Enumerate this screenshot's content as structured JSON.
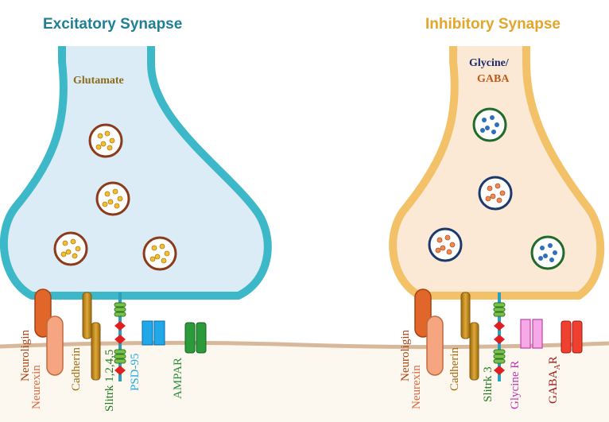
{
  "titles": {
    "excitatory": "Excitatory Synapse",
    "inhibitory": "Inhibitory Synapse"
  },
  "neurotransmitters": {
    "excitatory": "Glutamate",
    "inhibitory_line1": "Glycine/",
    "inhibitory_line2": "GABA"
  },
  "excitatory_labels": {
    "neuroligin": "Neuroligin",
    "neurexin": "Neurexin",
    "cadherin": "Cadherin",
    "slitrk": "Slitrk 1,2,4,5",
    "psd95": "PSD-95",
    "ampar": "AMPAR"
  },
  "inhibitory_labels": {
    "neuroligin": "Neuroligin",
    "neurexin": "Neurexin",
    "cadherin": "Cadherin",
    "slitrk": "Slitrk 3",
    "glycine_r": "Glycine R",
    "gabaar_main": "GABA",
    "gabaar_sub": "A",
    "gabaar_end": "R"
  },
  "colors": {
    "excitatory_title": "#1f7f96",
    "inhibitory_title": "#e3a52a",
    "excitatory_terminal_fill": "#dcecf6",
    "excitatory_terminal_stroke": "#3cb8c8",
    "inhibitory_terminal_fill": "#fbe9d6",
    "inhibitory_terminal_stroke": "#f3c268",
    "vesicle_brown": "#8b3a1a",
    "vesicle_navy": "#1a3a6e",
    "vesicle_green": "#1f6b2a",
    "glutamate_dot": "#f0c030",
    "glycine_dot": "#2f6fc0",
    "gaba_dot": "#f08a50",
    "neuroligin": "#e0662a",
    "neurexin": "#f5a680",
    "cadherin": "#c88a1a",
    "slitrk": "#2aa0c0",
    "psd95": "#20a8e8",
    "ampar": "#2a9a3a",
    "glycine_r": "#f080d8",
    "gabaar": "#f04030",
    "membrane": "#d8b89a",
    "postsynaptic_fill": "#fdf8ef"
  }
}
